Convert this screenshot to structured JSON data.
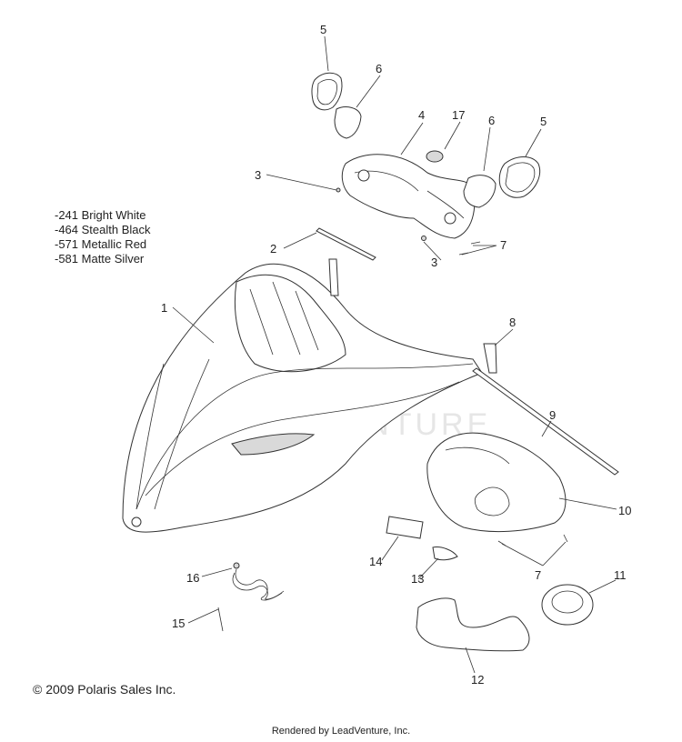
{
  "legend": [
    "-241  Bright White",
    "-464  Stealth Black",
    "-571  Metallic Red",
    "-581  Matte Silver"
  ],
  "callouts": {
    "c1": "1",
    "c2": "2",
    "c3a": "3",
    "c3b": "3",
    "c4": "4",
    "c5a": "5",
    "c5b": "5",
    "c6a": "6",
    "c6b": "6",
    "c7a": "7",
    "c7b": "7",
    "c8": "8",
    "c9": "9",
    "c10": "10",
    "c11": "11",
    "c12": "12",
    "c13": "13",
    "c14": "14",
    "c15": "15",
    "c16": "16",
    "c17": "17"
  },
  "copyright": "© 2009 Polaris Sales Inc.",
  "rendered_by": "Rendered by LeadVenture, Inc.",
  "watermark": "LEADVENTURE"
}
